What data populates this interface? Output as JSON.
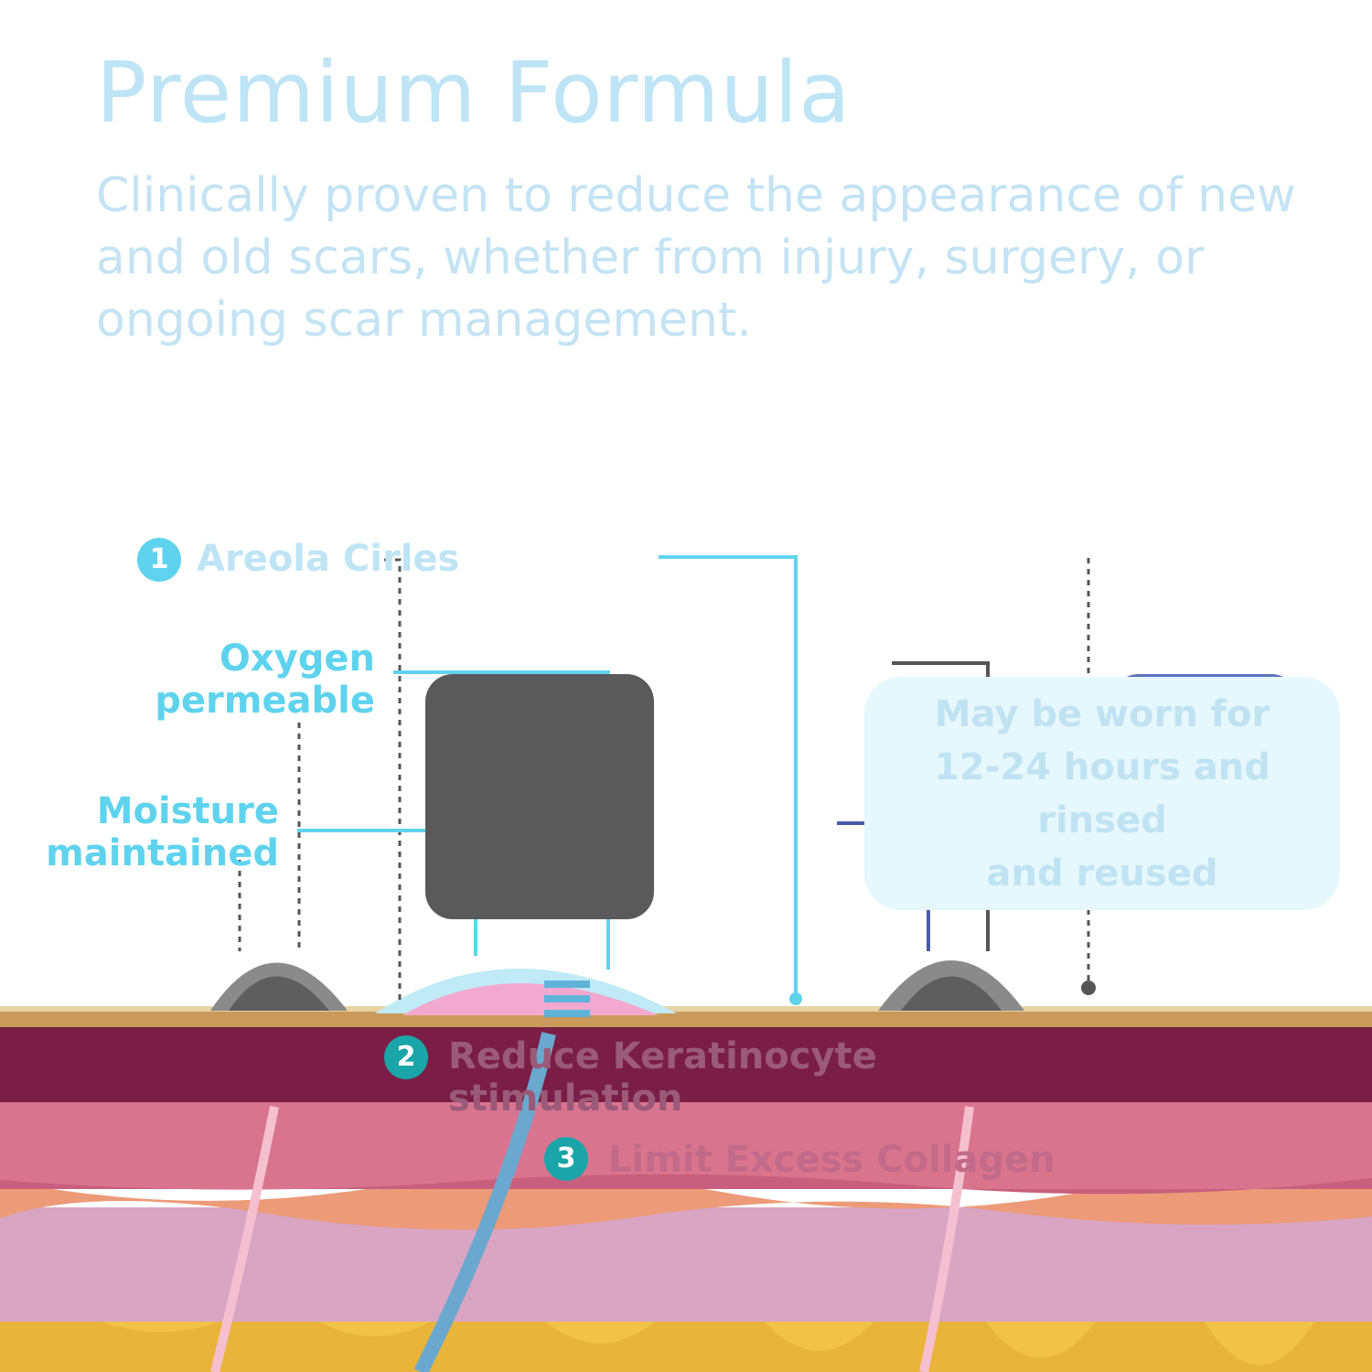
{
  "header": {
    "title": "Premium Formula",
    "description": "Clinically proven to reduce the appearance of new and old scars, whether from injury, surgery, or ongoing scar management."
  },
  "callouts": {
    "step1": {
      "number": "1",
      "label": "Areola Cirles"
    },
    "step2": {
      "number": "2",
      "label": "Reduce Keratinocyte stimulation",
      "line1": "Reduce Keratinocyte",
      "line2": "stimulation"
    },
    "step3": {
      "number": "3",
      "label": "Limit Excess Collagen"
    }
  },
  "features": {
    "oxygen": {
      "line1": "Oxygen",
      "line2": "permeable"
    },
    "moisture": {
      "line1": "Moisture",
      "line2": "maintained"
    }
  },
  "info_box": {
    "line1": "May be worn for",
    "line2": "12-24 hours and rinsed",
    "line3": "and reused"
  },
  "colors": {
    "accent_teal": "#1aa5a8",
    "light_blue": "#5fd3ee",
    "skin_dark": "#7a1e45",
    "skin_pink": "#d9748f",
    "fat_yellow": "#f0c247"
  }
}
